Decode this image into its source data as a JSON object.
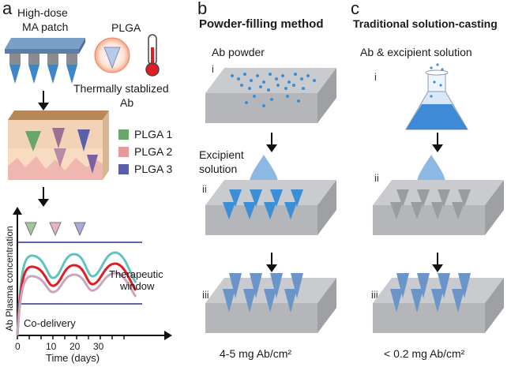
{
  "panel_a": {
    "letter": "a",
    "patch_label_1": "High-dose",
    "patch_label_2": "MA patch",
    "plga_label": "PLGA",
    "stabilized_label_1": "Thermally stablized",
    "stabilized_label_2": "Ab",
    "legend": [
      {
        "label": "PLGA 1",
        "color": "#6aa56a"
      },
      {
        "label": "PLGA 2",
        "color": "#e79a9a"
      },
      {
        "label": "PLGA 3",
        "color": "#5a5fa8"
      }
    ],
    "y_axis_label": "Ab Plasma concentration",
    "x_axis_label": "Time (days)",
    "x_ticks": [
      "0",
      "10",
      "20",
      "30"
    ],
    "window_label_1": "Therapeutic",
    "window_label_2": "window",
    "codelivery_label": "Co-delivery",
    "curve_colors": [
      "#5fc4bf",
      "#e21c24",
      "#c9a6bd"
    ],
    "window_line_color": "#2e3192"
  },
  "panel_b": {
    "letter": "b",
    "title": "Powder-filling method",
    "step1_label": "Ab powder",
    "step2_label_1": "Excipient",
    "step2_label_2": "solution",
    "steps": [
      "i",
      "ii",
      "iii"
    ],
    "result": "4-5 mg Ab/cm²"
  },
  "panel_c": {
    "letter": "c",
    "title": "Traditional solution-casting",
    "step1_label": "Ab & excipient solution",
    "steps": [
      "i",
      "ii",
      "iii"
    ],
    "result": "< 0.2 mg Ab/cm²"
  },
  "colors": {
    "block_top": "#c9cbcf",
    "block_side": "#a7a9ad",
    "needle": "#4d7fc2",
    "droplet": "#7fb0e0"
  }
}
